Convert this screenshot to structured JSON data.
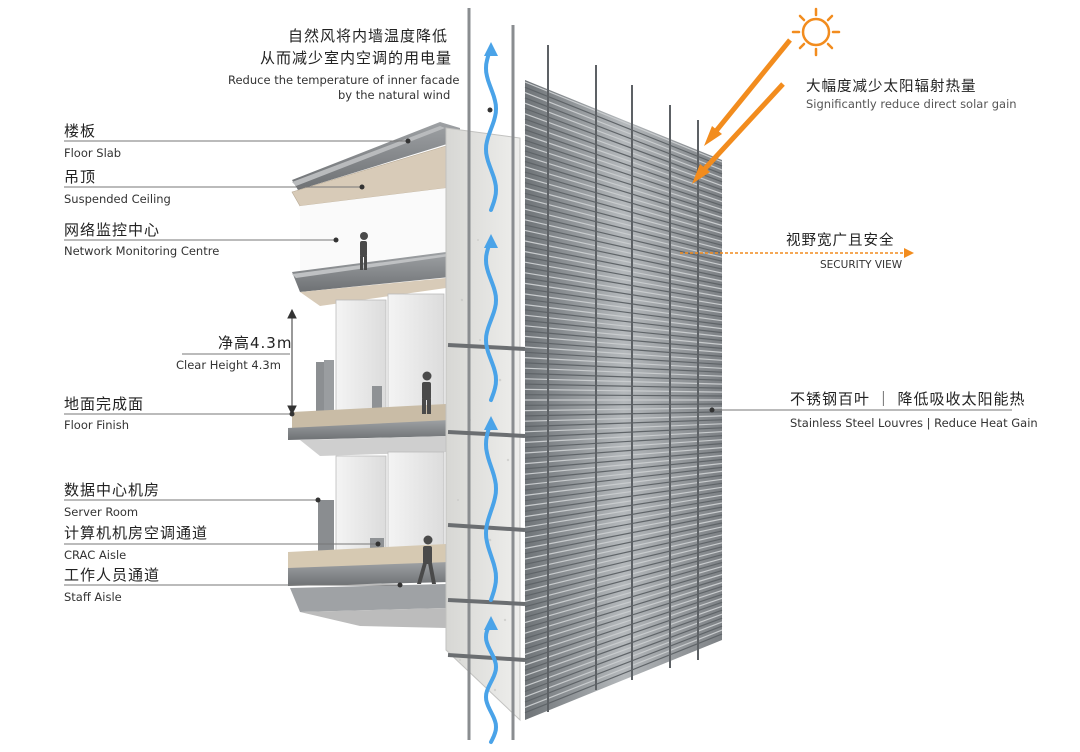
{
  "labels": {
    "wind_cn_1": "自然风将内墙温度降低",
    "wind_cn_2": "从而减少室内空调的用电量",
    "wind_en_1": "Reduce the temperature of inner facade",
    "wind_en_2": "by the natural wind",
    "solar_cn": "大幅度减少太阳辐射热量",
    "solar_en": "Significantly reduce direct solar gain",
    "view_cn": "视野宽广且安全",
    "view_en": "SECURITY VIEW",
    "louver_cn": "不锈钢百叶 ｜ 降低吸收太阳能热",
    "louver_en": "Stainless Steel Louvres | Reduce Heat Gain",
    "slab_cn": "楼板",
    "slab_en": "Floor Slab",
    "ceiling_cn": "吊顶",
    "ceiling_en": "Suspended Ceiling",
    "noc_cn": "网络监控中心",
    "noc_en": "Network Monitoring Centre",
    "height_cn": "净高4.3m",
    "height_en": "Clear Height 4.3m",
    "finish_cn": "地面完成面",
    "finish_en": "Floor Finish",
    "server_cn": "数据中心机房",
    "server_en": "Server Room",
    "crac_cn": "计算机机房空调通道",
    "crac_en": "CRAC Aisle",
    "staff_cn": "工作人员通道",
    "staff_en": "Staff Aisle"
  },
  "colors": {
    "airflow": "#4aa3e8",
    "sun": "#f28c1e",
    "louver": "#8e9398",
    "slab": "#a8aaac",
    "ceiling": "#d8cbb8",
    "wall": "#e4e4e2"
  }
}
